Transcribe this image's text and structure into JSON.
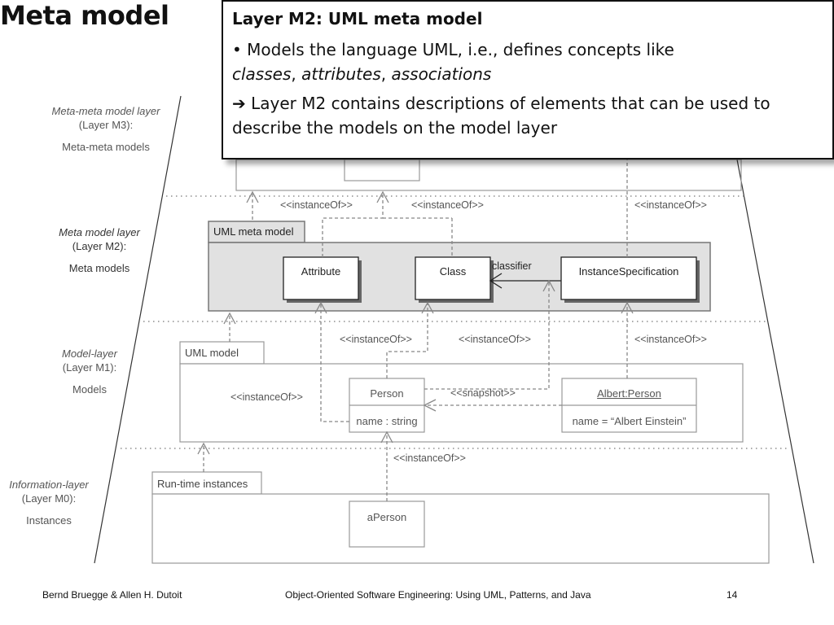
{
  "slide": {
    "title": "Meta model",
    "page_number": "14"
  },
  "callout": {
    "heading": "Layer M2: UML meta model",
    "bullet": "Models the language UML, i.e., defines concepts like",
    "bullet_terms": [
      "classes",
      "attributes",
      "associations"
    ],
    "arrow_glyph": "➔",
    "arrow_text": "Layer M2 contains descriptions of elements that can be used to describe the models on the model layer"
  },
  "layers": [
    {
      "name": "Meta-meta model layer",
      "code": "(Layer M3):",
      "plural": "Meta-meta models"
    },
    {
      "name": "Meta model layer",
      "code": "(Layer M2):",
      "plural": "Meta models"
    },
    {
      "name": "Model-layer",
      "code": "(Layer M1):",
      "plural": "Models"
    },
    {
      "name": "Information-layer",
      "code": "(Layer M0):",
      "plural": "Instances"
    }
  ],
  "packages": {
    "m2": "UML meta model",
    "m1": "UML model",
    "m0": "Run-time instances"
  },
  "classes": {
    "attribute": "Attribute",
    "class": "Class",
    "instance_spec": "InstanceSpecification",
    "person": "Person",
    "person_attr": "name : string",
    "albert": "Albert:Person",
    "albert_attr": "name = “Albert Einstein”",
    "aperson": "aPerson"
  },
  "relations": {
    "instance_of": "<<instanceOf>>",
    "snapshot": "<<snapshot>>",
    "classifier": "classifier"
  },
  "footer": {
    "authors": "Bernd Bruegge & Allen H. Dutoit",
    "book": "Object-Oriented Software Engineering: Using UML, Patterns, and Java"
  },
  "colors": {
    "package_fill_m2": "#e1e1e1",
    "line_grey": "#999999",
    "callout_border": "#111111"
  }
}
